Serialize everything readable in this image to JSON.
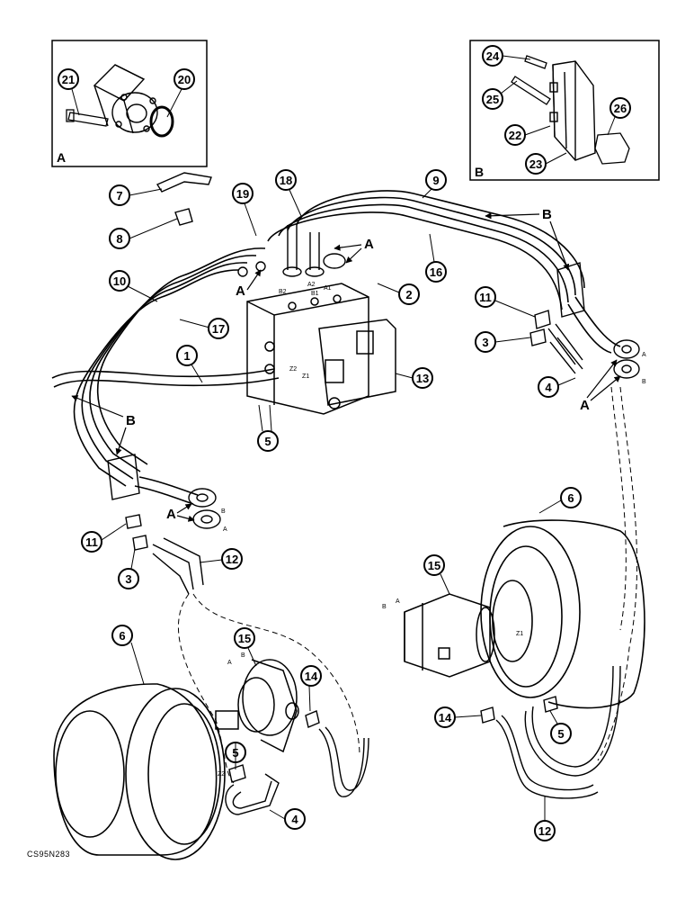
{
  "callouts": {
    "c1": "1",
    "c2": "2",
    "c3a": "3",
    "c3b": "3",
    "c4a": "4",
    "c4b": "4",
    "c5a": "5",
    "c5b": "5",
    "c5c": "5",
    "c6a": "6",
    "c6b": "6",
    "c7": "7",
    "c8": "8",
    "c9": "9",
    "c10": "10",
    "c11a": "11",
    "c11b": "11",
    "c12a": "12",
    "c12b": "12",
    "c13": "13",
    "c14a": "14",
    "c14b": "14",
    "c15a": "15",
    "c15b": "15",
    "c16": "16",
    "c17": "17",
    "c18": "18",
    "c19": "19",
    "c20": "20",
    "c21": "21",
    "c22": "22",
    "c23": "23",
    "c24": "24",
    "c25": "25",
    "c26": "26"
  },
  "letters": {
    "inset_a": "A",
    "inset_b": "B",
    "valve_a1": "A",
    "valve_a2": "A",
    "b_top": "B",
    "a_right": "A",
    "b_left": "B",
    "a_left": "A"
  },
  "ports": {
    "b2": "B2",
    "a2": "A2",
    "b1": "B1",
    "a1": "A1",
    "z2": "Z2",
    "z1": "Z1",
    "z2b": "Z2",
    "z1b": "Z1",
    "mr_a": "A",
    "mr_b": "B",
    "ml_a": "A",
    "ml_b": "B",
    "fr_a": "A",
    "fr_b": "B",
    "fl_a": "A",
    "fl_b": "B"
  },
  "footer": {
    "code": "CS95N283"
  }
}
